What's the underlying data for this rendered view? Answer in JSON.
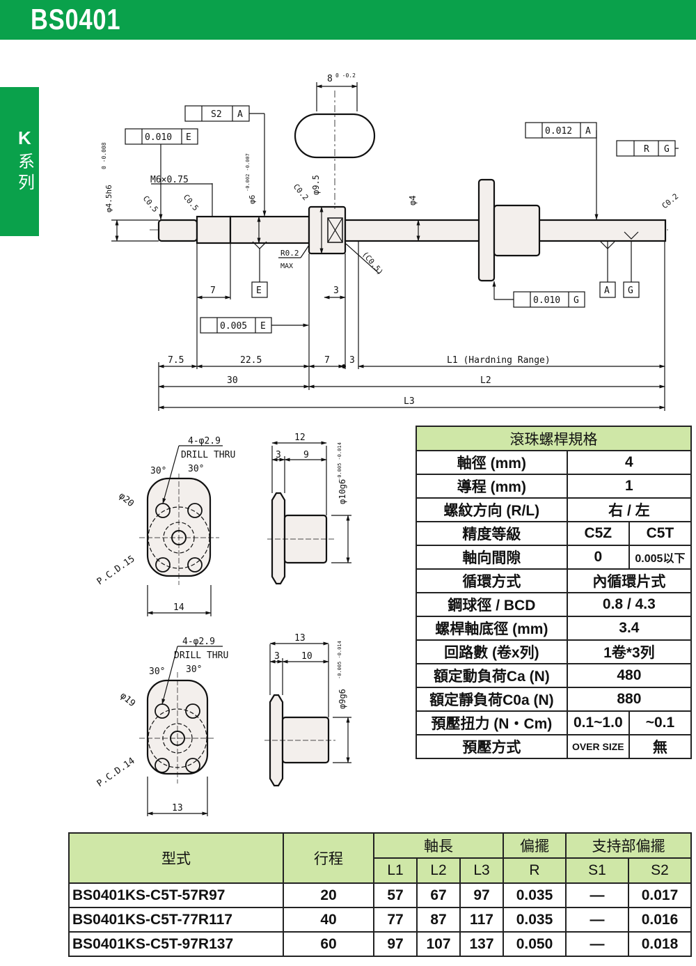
{
  "header": {
    "title": "BS0401"
  },
  "side": {
    "k": "K",
    "series": "系列"
  },
  "drawing": {
    "a_8": "8",
    "a_8tol": "0 -0.2",
    "s2": "S2",
    "s2ref": "A",
    "tol_010": "0.010",
    "tol_010ref": "E",
    "tol_0012": "0.012",
    "tol_0012ref": "A",
    "rg_r": "R",
    "rg_g": "G",
    "d45": "φ4.5h6",
    "d45tol": "0 -0.008",
    "m6": "M6×0.75",
    "d6": "φ6",
    "d6tol": "-0.002 -0.007",
    "d95": "φ9.5",
    "c02a": "C0.2",
    "c02b": "C0.2",
    "c05a": "C0.5",
    "c05b": "C0.5",
    "c05c": "(C0.5)",
    "d4": "φ4",
    "r02": "R0.2",
    "max": "MAX",
    "d7": "7",
    "e_box": "E",
    "d3": "3",
    "a_box": "A",
    "g_box": "G",
    "perp_010": "0.010",
    "perp_010ref": "G",
    "perp_005": "0.005",
    "perp_005ref": "E",
    "d75": "7.5",
    "d225": "22.5",
    "d7b": "7",
    "d3b": "3",
    "l1": "L1 (Hardning Range)",
    "d30": "30",
    "l2": "L2",
    "l3": "L3",
    "f1_drill": "4-φ2.9",
    "f1_thru": "DRILL THRU",
    "f1_30a": "30°",
    "f1_30b": "30°",
    "f1_d20": "φ20",
    "f1_pcd": "P.C.D.15",
    "f1_14": "14",
    "f1_12": "12",
    "f1_3": "3",
    "f1_9": "9",
    "f1_d10": "φ10g6",
    "f1_d10tol": "-0.005 -0.014",
    "f2_drill": "4-φ2.9",
    "f2_thru": "DRILL THRU",
    "f2_30a": "30°",
    "f2_30b": "30°",
    "f2_d19": "φ19",
    "f2_pcd": "P.C.D.14",
    "f2_13": "13",
    "f2_13b": "13",
    "f2_3": "3",
    "f2_10": "10",
    "f2_d9": "φ9g6",
    "f2_d9tol": "-0.005 -0.014"
  },
  "spec": {
    "title": "滾珠螺桿規格",
    "rows": [
      {
        "label": "軸徑 (mm)",
        "value": "4"
      },
      {
        "label": "導程 (mm)",
        "value": "1"
      },
      {
        "label": "螺紋方向 (R/L)",
        "value": "右 / 左"
      },
      {
        "label": "精度等級",
        "v1": "C5Z",
        "v2": "C5T"
      },
      {
        "label": "軸向間隙",
        "v1": "0",
        "v2": "0.005以下"
      },
      {
        "label": "循環方式",
        "value": "內循環片式"
      },
      {
        "label": "鋼球徑 / BCD",
        "value": "0.8 / 4.3"
      },
      {
        "label": "螺桿軸底徑 (mm)",
        "value": "3.4"
      },
      {
        "label": "回路數 (卷x列)",
        "value": "1卷*3列"
      },
      {
        "label": "額定動負荷Ca (N)",
        "value": "480"
      },
      {
        "label": "額定靜負荷C0a (N)",
        "value": "880"
      },
      {
        "label": "預壓扭力 (N・Cm)",
        "v1": "0.1~1.0",
        "v2": "~0.1"
      },
      {
        "label": "預壓方式",
        "v1": "OVER SIZE",
        "v2": "無"
      }
    ]
  },
  "models": {
    "headers": {
      "type": "型式",
      "stroke": "行程",
      "axis": "軸長",
      "runout": "偏擺",
      "support": "支持部偏擺",
      "l1": "L1",
      "l2": "L2",
      "l3": "L3",
      "r": "R",
      "s1": "S1",
      "s2": "S2"
    },
    "rows": [
      {
        "name": "BS0401KS-C5T-57R97",
        "stroke": "20",
        "l1": "57",
        "l2": "67",
        "l3": "97",
        "r": "0.035",
        "s1": "—",
        "s2": "0.017"
      },
      {
        "name": "BS0401KS-C5T-77R117",
        "stroke": "40",
        "l1": "77",
        "l2": "87",
        "l3": "117",
        "r": "0.035",
        "s1": "—",
        "s2": "0.016"
      },
      {
        "name": "BS0401KS-C5T-97R137",
        "stroke": "60",
        "l1": "97",
        "l2": "107",
        "l3": "137",
        "r": "0.050",
        "s1": "—",
        "s2": "0.018"
      }
    ]
  }
}
